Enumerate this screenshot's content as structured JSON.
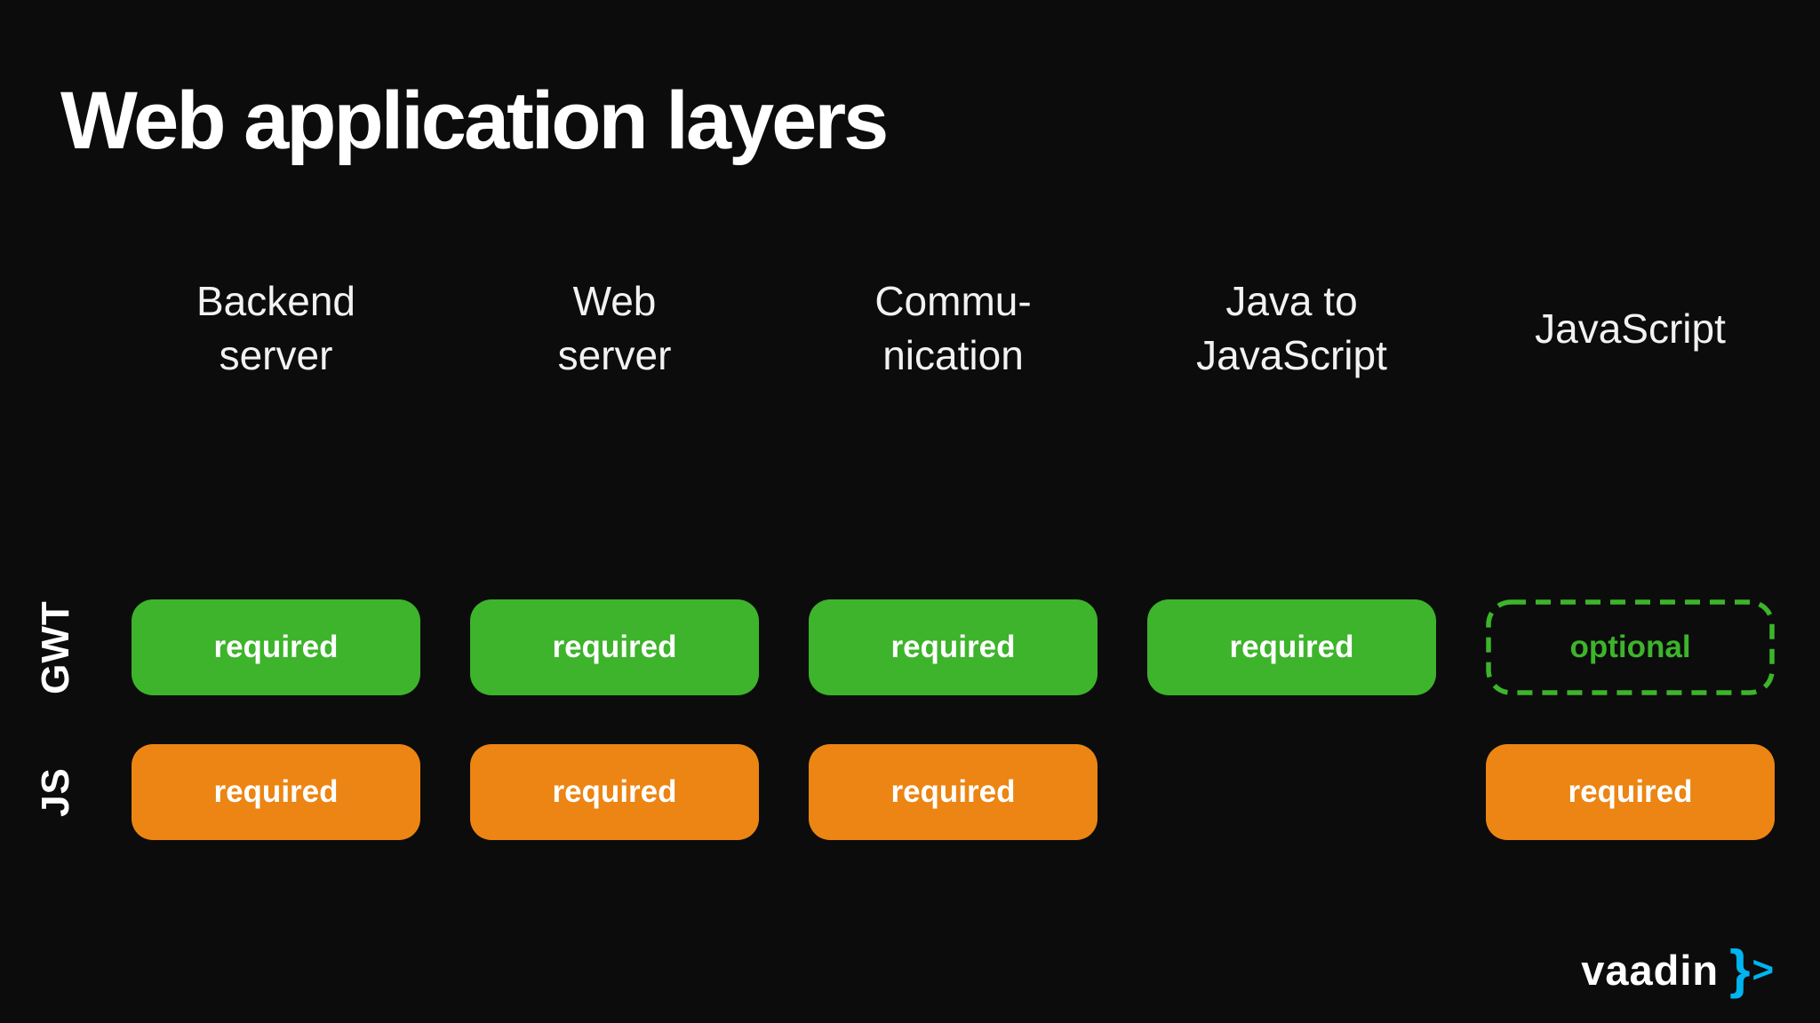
{
  "title": "Web application layers",
  "columns": [
    {
      "label": "Backend\nserver"
    },
    {
      "label": "Web\nserver"
    },
    {
      "label": "Commu-\nnication"
    },
    {
      "label": "Java to\nJavaScript"
    },
    {
      "label": "JavaScript"
    }
  ],
  "rows": [
    {
      "label": "GWT",
      "cells": [
        {
          "text": "required",
          "status": "required"
        },
        {
          "text": "required",
          "status": "required"
        },
        {
          "text": "required",
          "status": "required"
        },
        {
          "text": "required",
          "status": "required"
        },
        {
          "text": "optional",
          "status": "optional"
        }
      ]
    },
    {
      "label": "JS",
      "cells": [
        {
          "text": "required",
          "status": "required"
        },
        {
          "text": "required",
          "status": "required"
        },
        {
          "text": "required",
          "status": "required"
        },
        {
          "text": "",
          "status": "none"
        },
        {
          "text": "required",
          "status": "required"
        }
      ]
    }
  ],
  "logo": {
    "word": "vaadin",
    "brace": "}",
    "arrow": ">"
  },
  "colors": {
    "green": "#3db42b",
    "orange": "#ec8513",
    "logo_blue": "#00b4f0",
    "background": "#0c0c0c",
    "text": "#ffffff"
  }
}
